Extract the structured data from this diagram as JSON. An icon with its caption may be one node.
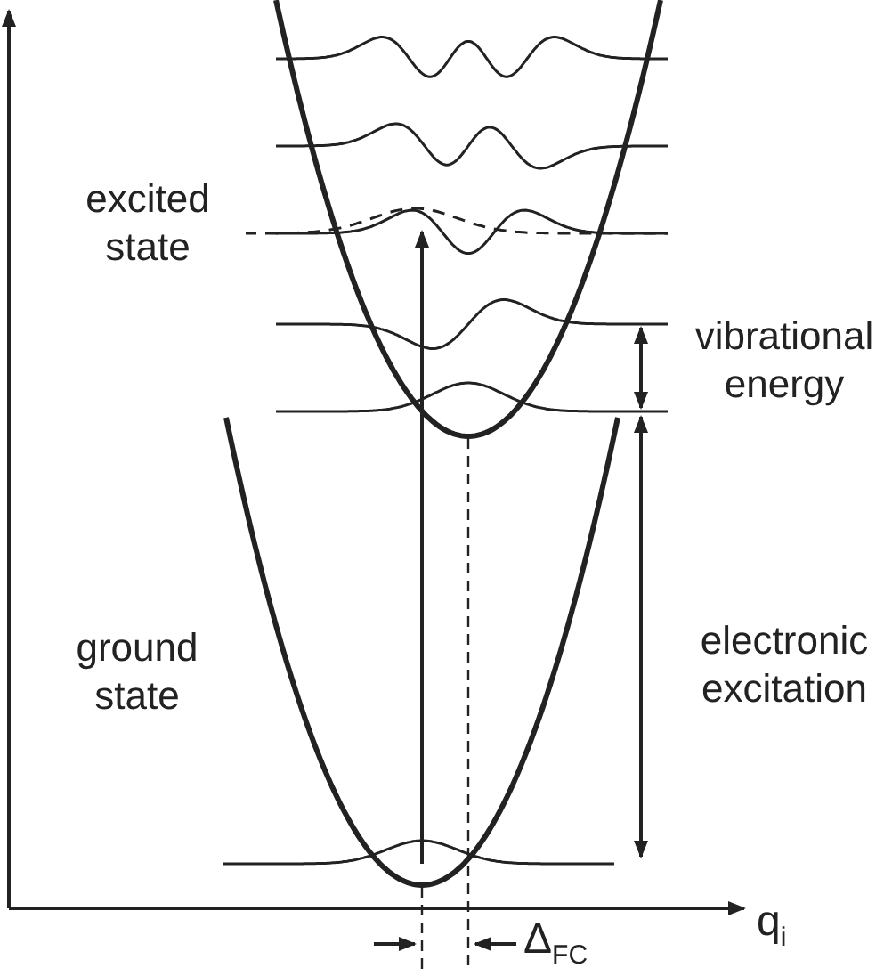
{
  "diagram": {
    "labels": [
      "excited state",
      "vibrational energy",
      "ground state",
      "electronic excitation",
      "Δ$_{FC}$",
      "q$_{i}$"
    ]
  }
}
